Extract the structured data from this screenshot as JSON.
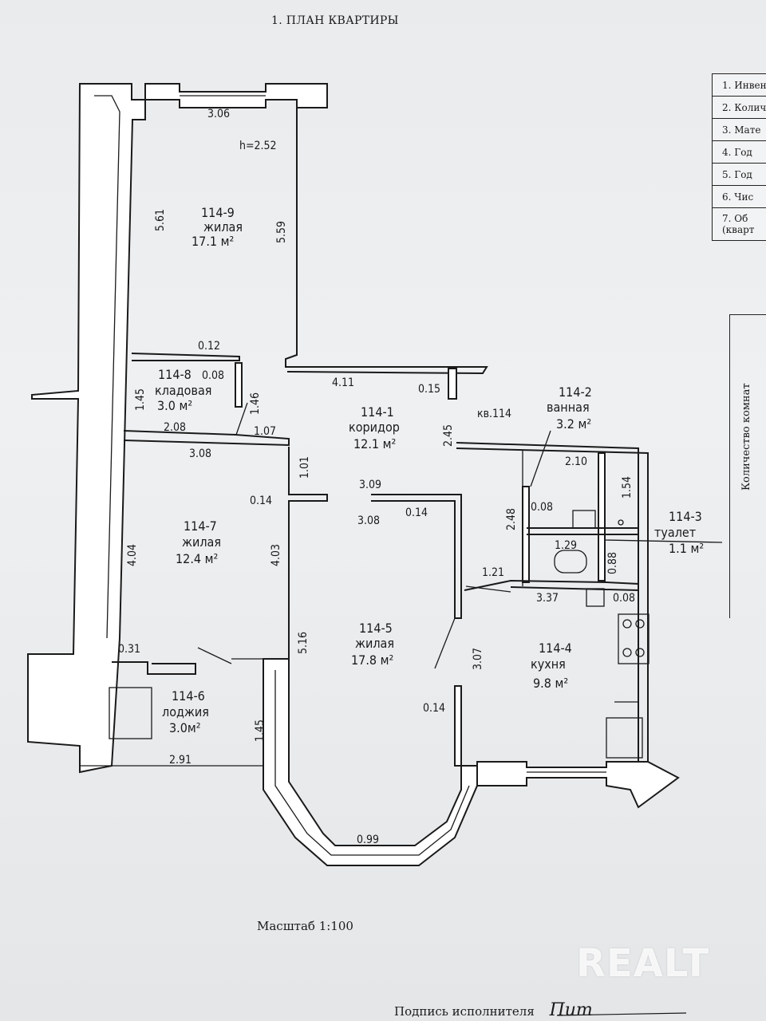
{
  "document": {
    "title": "1. ПЛАН КВАРТИРЫ",
    "scale": "Масштаб 1:100",
    "signature_label": "Подпись исполнителя",
    "signature_text": "Пит",
    "watermark": "REALT",
    "apartment_label": "кв.114",
    "ceiling_height": "h=2.52"
  },
  "rooms": {
    "r9": {
      "id": "114-9",
      "name": "жилая",
      "area": "17.1 м²"
    },
    "r8": {
      "id": "114-8",
      "name": "кладовая",
      "area": "3.0 м²"
    },
    "r1": {
      "id": "114-1",
      "name": "коридор",
      "area": "12.1 м²"
    },
    "r2": {
      "id": "114-2",
      "name": "ванная",
      "area": "3.2 м²"
    },
    "r3": {
      "id": "114-3",
      "name": "туалет",
      "area": "1.1 м²"
    },
    "r7": {
      "id": "114-7",
      "name": "жилая",
      "area": "12.4 м²"
    },
    "r5": {
      "id": "114-5",
      "name": "жилая",
      "area": "17.8 м²"
    },
    "r4": {
      "id": "114-4",
      "name": "кухня",
      "area": "9.8 м²"
    },
    "r6": {
      "id": "114-6",
      "name": "лоджия",
      "area": "3.0м²"
    }
  },
  "dimensions": {
    "d1": "3.06",
    "d2": "5.61",
    "d3": "5.59",
    "d4": "0.12",
    "d5": "0.08",
    "d6": "4.11",
    "d7": "0.15",
    "d8": "1.45",
    "d9": "1.46",
    "d10": "2.08",
    "d11": "1.07",
    "d12": "2.45",
    "d13": "3.08",
    "d14": "1.01",
    "d15": "2.10",
    "d16": "1.54",
    "d17": "0.14",
    "d18": "3.09",
    "d19": "3.08",
    "d20": "0.14",
    "d21": "2.48",
    "d22": "0.08",
    "d23": "1.29",
    "d24": "0.88",
    "d25": "4.04",
    "d26": "4.03",
    "d27": "1.21",
    "d28": "3.37",
    "d29": "0.08",
    "d30": "5.16",
    "d31": "0.31",
    "d32": "3.07",
    "d33": "0.14",
    "d34": "1.45",
    "d35": "2.91",
    "d36": "0.99"
  },
  "side_table": {
    "rows": [
      "1. Инвен",
      "2. Колич",
      "3. Мате",
      "4. Год",
      "5. Год",
      "6. Чис",
      "7. Об (кварт"
    ],
    "vertical_header": "Количество комнат"
  }
}
